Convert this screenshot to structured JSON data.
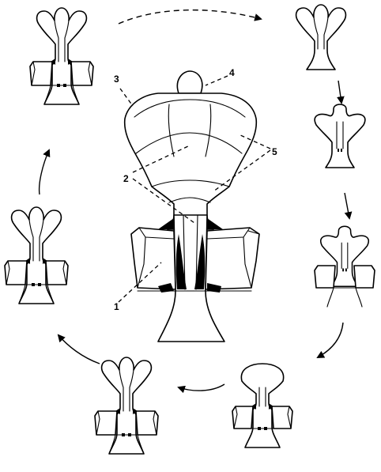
{
  "labels": {
    "l1": "1",
    "l2": "2",
    "l3": "3",
    "l4": "4",
    "l5": "5"
  },
  "icons": {
    "center": "detailed-central-figure",
    "small_figure": "small-cycle-figure",
    "arrowhead": "arrowhead-icon"
  }
}
